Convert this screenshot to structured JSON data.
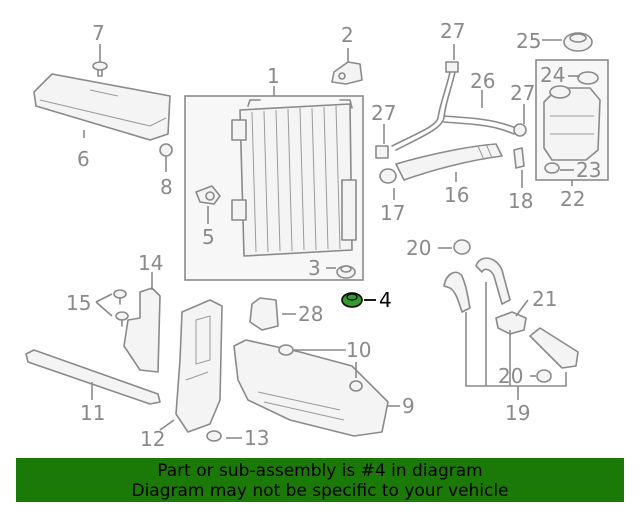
{
  "callouts": {
    "c1": "1",
    "c2": "2",
    "c3": "3",
    "c4": "4",
    "c5": "5",
    "c6": "6",
    "c7": "7",
    "c8": "8",
    "c9": "9",
    "c10": "10",
    "c11": "11",
    "c12": "12",
    "c13": "13",
    "c14": "14",
    "c15": "15",
    "c16": "16",
    "c17": "17",
    "c18": "18",
    "c19": "19",
    "c20a": "20",
    "c20b": "20",
    "c21": "21",
    "c22": "22",
    "c23": "23",
    "c24": "24",
    "c25": "25",
    "c26": "26",
    "c27a": "27",
    "c27b": "27",
    "c27c": "27",
    "c28": "28"
  },
  "highlight": {
    "part": "4",
    "color": "#2f9e2f"
  },
  "banner": {
    "line1": "Part or sub-assembly is #4 in diagram",
    "line2": "Diagram may not be specific to your vehicle",
    "background": "#1b7a07"
  }
}
